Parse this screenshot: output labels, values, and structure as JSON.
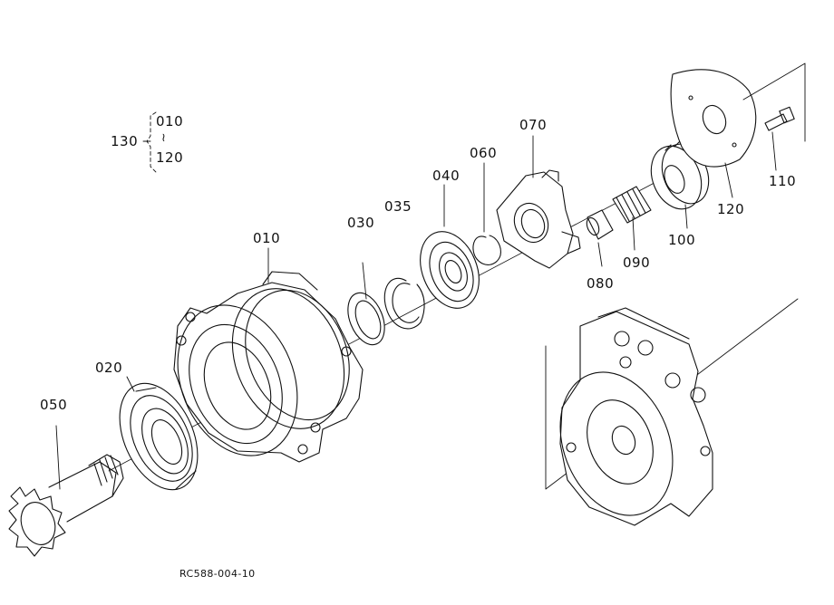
{
  "group": {
    "label": "130",
    "range_start": "010",
    "range_mark": "≀",
    "range_end": "120"
  },
  "parts": [
    {
      "id": "p010",
      "label": "010"
    },
    {
      "id": "p020",
      "label": "020"
    },
    {
      "id": "p030",
      "label": "030"
    },
    {
      "id": "p035",
      "label": "035"
    },
    {
      "id": "p040",
      "label": "040"
    },
    {
      "id": "p050",
      "label": "050"
    },
    {
      "id": "p060",
      "label": "060"
    },
    {
      "id": "p070",
      "label": "070"
    },
    {
      "id": "p080",
      "label": "080"
    },
    {
      "id": "p090",
      "label": "090"
    },
    {
      "id": "p100",
      "label": "100"
    },
    {
      "id": "p110",
      "label": "110"
    },
    {
      "id": "p120",
      "label": "120"
    }
  ],
  "reference_code": "RC588-004-10",
  "colors": {
    "ink": "#111111",
    "paper": "#ffffff"
  }
}
